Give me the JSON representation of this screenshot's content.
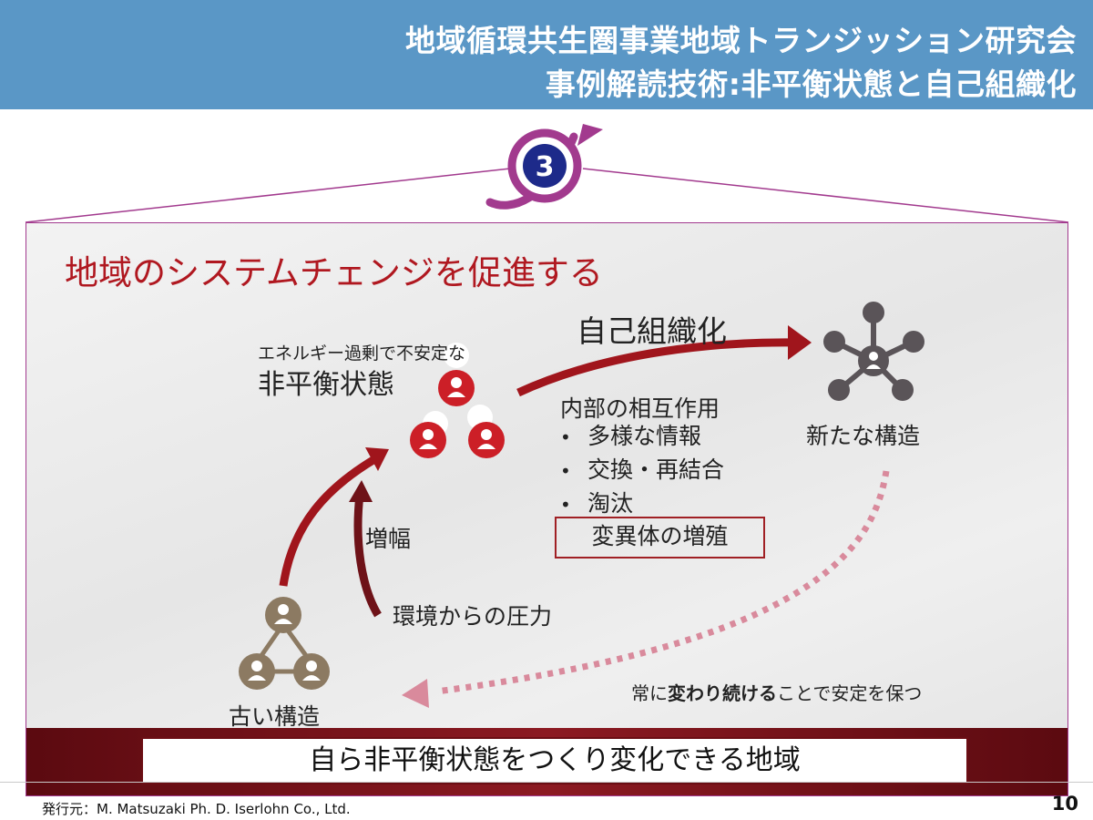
{
  "header": {
    "title_line1": "地域循環共生圏事業地域トランジッション研究会",
    "title_line2": "事例解読技術:非平衡状態と自己組織化"
  },
  "badge": {
    "number": "3"
  },
  "panel": {
    "title": "地域のシステムチェンジを促進する",
    "nonequilibrium_small": "エネルギー過剰で不安定な",
    "nonequilibrium_big": "非平衡状態",
    "self_organization": "自己組織化",
    "internal_interaction": "内部の相互作用",
    "bullets": [
      "多様な情報",
      "交換・再結合",
      "淘汰"
    ],
    "bullet_mark": "•",
    "variant_box": "変異体の増殖",
    "amplification": "増幅",
    "env_pressure": "環境からの圧力",
    "new_structure": "新たな構造",
    "old_structure": "古い構造",
    "stable_prefix": "常に",
    "stable_bold1": "変わり続ける",
    "stable_middle": "ことで安定を保つ",
    "bottom_message": "自ら非平衡状態をつくり変化できる地域"
  },
  "footer": {
    "publisher": "発行元：M. Matsuzaki Ph. D. Iserlohn Co., Ltd.",
    "page": "10"
  },
  "colors": {
    "header_bg": "#5a97c6",
    "accent_red": "#b01820",
    "dark_red": "#7a1018",
    "purple": "#a23a8e",
    "badge_navy": "#1d2a8a",
    "node_red": "#cc1f27",
    "node_gray": "#5a5458",
    "node_tan": "#8c7a62",
    "pink_dotted": "#d98a9c"
  }
}
